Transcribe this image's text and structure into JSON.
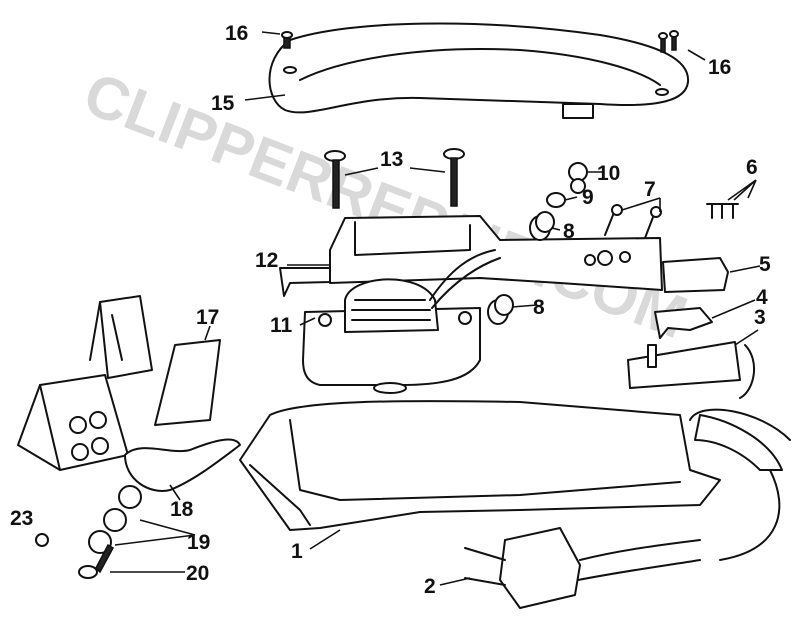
{
  "watermark": "CLIPPERREPAIR.COM",
  "labels": {
    "p1": "1",
    "p2": "2",
    "p3": "3",
    "p4": "4",
    "p5": "5",
    "p6": "6",
    "p7": "7",
    "p8a": "8",
    "p8b": "8",
    "p9": "9",
    "p10": "10",
    "p11": "11",
    "p12": "12",
    "p13": "13",
    "p15": "15",
    "p16a": "16",
    "p16b": "16",
    "p17": "17",
    "p18": "18",
    "p19": "19",
    "p20": "20",
    "p23": "23"
  }
}
